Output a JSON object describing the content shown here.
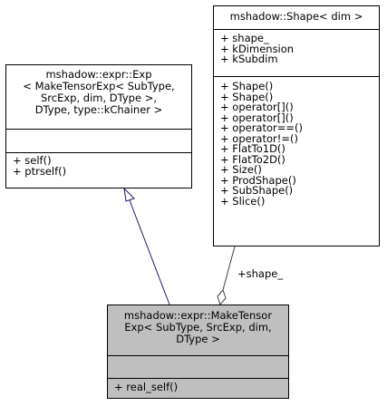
{
  "diagram": {
    "shape_class": {
      "title_lines": [
        "mshadow::Shape< dim >"
      ],
      "attributes": [
        "+ shape_",
        "+ kDimension",
        "+ kSubdim"
      ],
      "methods": [
        "+ Shape()",
        "+ Shape()",
        "+ operator[]()",
        "+ operator[]()",
        "+ operator==()",
        "+ operator!=()",
        "+ FlatTo1D()",
        "+ FlatTo2D()",
        "+ Size()",
        "+ ProdShape()",
        "+ SubShape()",
        "+ Slice()"
      ]
    },
    "exp_class": {
      "title_lines": [
        "mshadow::expr::Exp",
        "< MakeTensorExp< SubType,",
        " SrcExp, dim, DType >,",
        " DType, type::kChainer >"
      ],
      "attributes": [],
      "methods": [
        "+ self()",
        "+ ptrself()"
      ]
    },
    "make_tensor_class": {
      "title_lines": [
        "mshadow::expr::MakeTensor",
        "Exp< SubType, SrcExp, dim,",
        " DType >"
      ],
      "attributes": [],
      "methods": [
        "+ real_self()"
      ]
    },
    "edges": {
      "inheritance": {
        "from": "make_tensor_class",
        "to": "exp_class"
      },
      "composition": {
        "from": "make_tensor_class",
        "to": "shape_class",
        "label": "+shape_"
      }
    },
    "colors": {
      "highlight_fill": "#bfbfbf",
      "inheritance_line": "#191970",
      "composition_line": "#404040"
    }
  }
}
